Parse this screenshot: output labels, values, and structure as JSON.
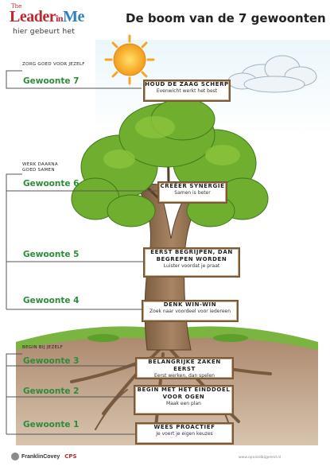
{
  "logo": {
    "the": "The",
    "leader": "Leader",
    "in": "in",
    "me": "Me",
    "tagline": "hier gebeurt het"
  },
  "title": "De boom van de 7 gewoonten",
  "sections": [
    {
      "label": "ZORG GOED VOOR JEZELF"
    },
    {
      "label": "WERK DAARNA GOED SAMEN"
    },
    {
      "label": "BEGIN BIJ JEZELF"
    }
  ],
  "habits": [
    {
      "label": "Gewoonte 7",
      "sign_title": "HOUD DE ZAAG SCHERP",
      "sign_sub": "Evenwicht werkt het best"
    },
    {
      "label": "Gewoonte 6",
      "sign_title": "CREËER SYNERGIE",
      "sign_sub": "Samen is beter"
    },
    {
      "label": "Gewoonte 5",
      "sign_title": "EERST BEGRIJPEN, DAN BEGREPEN WORDEN",
      "sign_sub": "Luister voordat je praat"
    },
    {
      "label": "Gewoonte 4",
      "sign_title": "DENK WIN-WIN",
      "sign_sub": "Zoek naar voordeel voor iedereen"
    },
    {
      "label": "Gewoonte 3",
      "sign_title": "BELANGRIJKE ZAKEN EERST",
      "sign_sub": "Eerst werken, dan spelen"
    },
    {
      "label": "Gewoonte 2",
      "sign_title": "BEGIN MET HET EINDDOEL VOOR OGEN",
      "sign_sub": "Maak een plan"
    },
    {
      "label": "Gewoonte 1",
      "sign_title": "WEES PROACTIEF",
      "sign_sub": "Je voert je eigen keuzes"
    }
  ],
  "footer": {
    "company": "FranklinCovey",
    "partner": "CPS",
    "url": "www.opvoedbijgeleid.nl"
  },
  "colors": {
    "habit_green": "#2e8b3a",
    "brand_red": "#c0282d",
    "brand_blue": "#2f7fc1",
    "leaf": "#6fae2e",
    "trunk": "#8a6a4a",
    "sky": "#bfe3f4"
  }
}
